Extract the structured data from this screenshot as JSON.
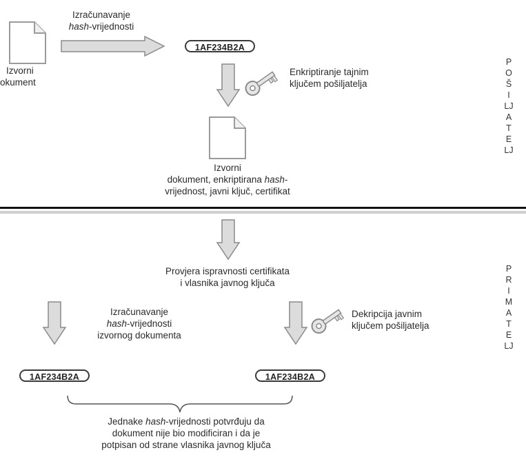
{
  "sender": {
    "step1": {
      "line1": "Izračunavanje",
      "line2_italic": "hash",
      "line2_rest": "-vrijednosti"
    },
    "source_doc": {
      "line1": "Izvorni",
      "line2": "okument"
    },
    "hash_value": "1AF234B2A",
    "encrypt": {
      "line1": "Enkriptiranje tajnim",
      "line2": "ključem pošiljatelja"
    },
    "bundle": {
      "line1": "Izvorni",
      "line2_a": "dokument, enkriptirana ",
      "line2_italic": "hash",
      "line2_b": "-",
      "line3": "vrijednost, javni ključ, certifikat"
    },
    "side_label": [
      "P",
      "O",
      "Š",
      "I",
      "LJ",
      "A",
      "T",
      "E",
      "LJ"
    ]
  },
  "receiver": {
    "verify": {
      "line1": "Provjera ispravnosti certifikata",
      "line2": "i vlasnika javnog ključa"
    },
    "compute": {
      "line1": "Izračunavanje",
      "line2_italic": "hash",
      "line2_rest": "-vrijednosti",
      "line3": "izvornog dokumenta"
    },
    "decrypt": {
      "line1": "Dekripcija javnim",
      "line2": "ključem pošiljatelja"
    },
    "hash_left": "1AF234B2A",
    "hash_right": "1AF234B2A",
    "conclusion": {
      "line1_a": "Jednake ",
      "line1_italic": "hash",
      "line1_b": "-vrijednosti potvrđuju da",
      "line2": "dokument nije bio modificiran i da je",
      "line3": "potpisan od strane vlasnika javnog ključa"
    },
    "side_label": [
      "P",
      "R",
      "I",
      "M",
      "A",
      "T",
      "E",
      "LJ"
    ]
  },
  "colors": {
    "arrow_fill": "#dcdcdc",
    "arrow_stroke": "#8a8a8a",
    "divider": "#111111",
    "divider_shadow": "#bdbdbd"
  },
  "icons": [
    "document-icon",
    "right-arrow",
    "down-arrow",
    "key-icon",
    "brace"
  ]
}
